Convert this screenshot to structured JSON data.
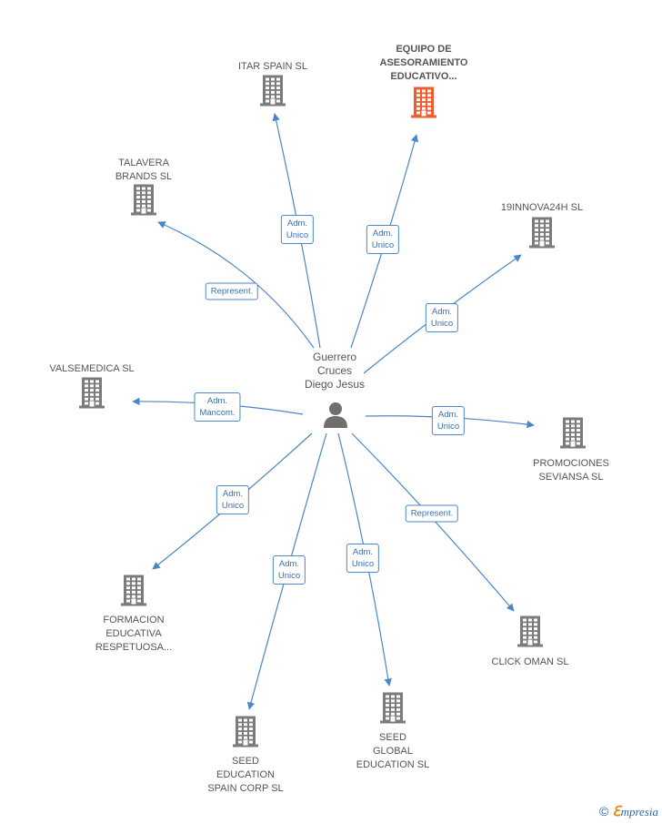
{
  "center": {
    "name_lines": [
      "Guerrero",
      "Cruces",
      "Diego Jesus"
    ]
  },
  "colors": {
    "edge": "#4a86c8",
    "building": "#7b7b7b",
    "building_highlight": "#ef5a2e",
    "person": "#6f6f6f"
  },
  "nodes": [
    {
      "id": "itar",
      "label": "ITAR SPAIN SL",
      "highlight": false,
      "relation": "Adm.\nUnico"
    },
    {
      "id": "equipo",
      "label": "EQUIPO DE\nASESORAMIENTO\nEDUCATIVO...",
      "highlight": true,
      "relation": "Adm.\nUnico"
    },
    {
      "id": "talavera",
      "label": "TALAVERA\nBRANDS  SL",
      "highlight": false,
      "relation": "Represent."
    },
    {
      "id": "innova",
      "label": "19INNOVA24H SL",
      "highlight": false,
      "relation": "Adm.\nUnico"
    },
    {
      "id": "valsemedica",
      "label": "VALSEMEDICA SL",
      "highlight": false,
      "relation": "Adm.\nMancom."
    },
    {
      "id": "promociones",
      "label": "PROMOCIONES\nSEVIANSA SL",
      "highlight": false,
      "relation": "Adm.\nUnico"
    },
    {
      "id": "formacion",
      "label": "FORMACION\nEDUCATIVA\nRESPETUOSA...",
      "highlight": false,
      "relation": "Adm.\nUnico"
    },
    {
      "id": "clickoman",
      "label": "CLICK OMAN  SL",
      "highlight": false,
      "relation": "Represent."
    },
    {
      "id": "seedspain",
      "label": "SEED\nEDUCATION\nSPAIN CORP  SL",
      "highlight": false,
      "relation": "Adm.\nUnico"
    },
    {
      "id": "seedglobal",
      "label": "SEED\nGLOBAL\nEDUCATION  SL",
      "highlight": false,
      "relation": "Adm.\nUnico"
    }
  ],
  "footer": {
    "copyright": "©",
    "brand_e": "ℇ",
    "brand_rest": "mpresia"
  }
}
